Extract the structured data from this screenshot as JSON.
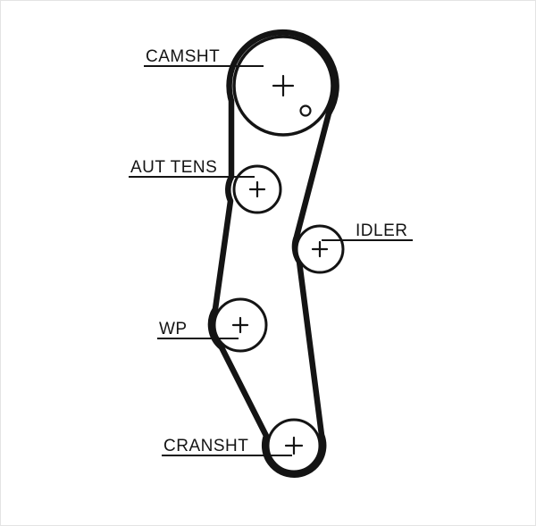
{
  "diagram": {
    "type": "timing-belt-routing",
    "background": "#ffffff",
    "belt_color": "#141414",
    "pulleys": [
      {
        "id": "camshaft",
        "label": "CAMSHT"
      },
      {
        "id": "auto-tensioner",
        "label": "AUT TENS"
      },
      {
        "id": "idler",
        "label": "IDLER"
      },
      {
        "id": "water-pump",
        "label": "WP"
      },
      {
        "id": "crankshaft",
        "label": "CRANSHT"
      }
    ]
  }
}
